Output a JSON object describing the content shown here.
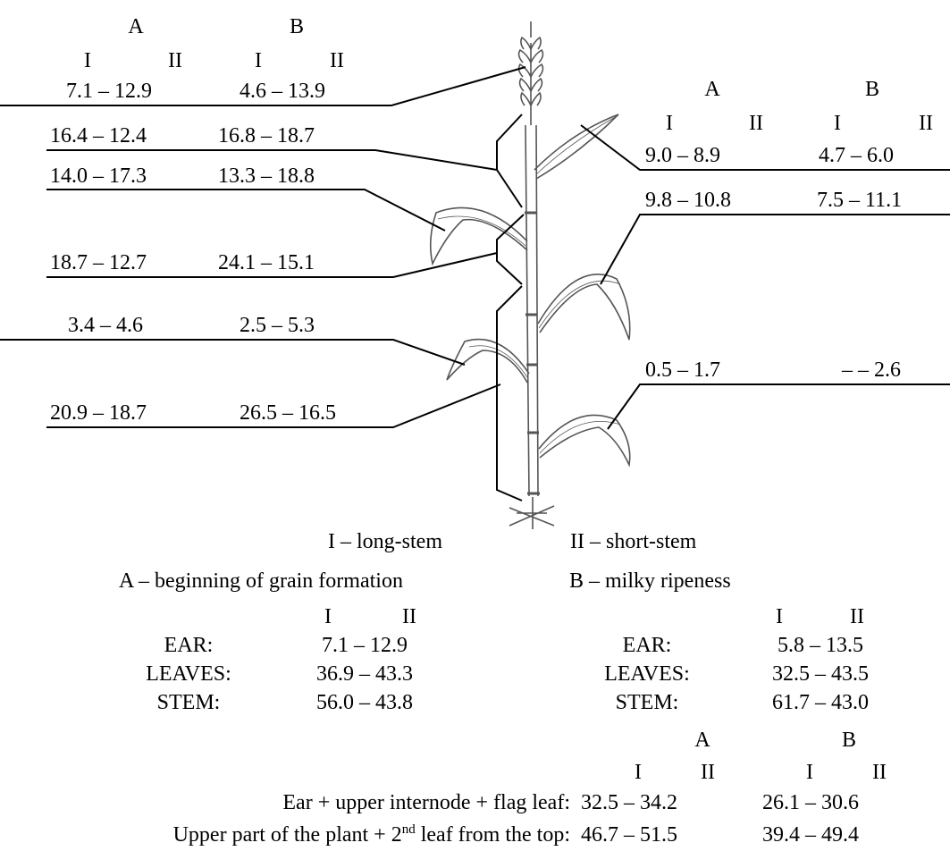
{
  "colors": {
    "ink": "#000000",
    "plant_stroke": "#555555",
    "background": "#ffffff"
  },
  "left_header": {
    "stage_a": "A",
    "stage_b": "B",
    "a_i": "I",
    "a_ii": "II",
    "b_i": "I",
    "b_ii": "II"
  },
  "right_header": {
    "stage_a": "A",
    "stage_b": "B",
    "a_i": "I",
    "a_ii": "II",
    "b_i": "I",
    "b_ii": "II"
  },
  "left_labels": [
    {
      "a": "7.1  –  12.9",
      "b": "4.6  –  13.9"
    },
    {
      "a": "16.4  –  12.4",
      "b": "16.8  –  18.7"
    },
    {
      "a": "14.0  –  17.3",
      "b": "13.3  –  18.8"
    },
    {
      "a": "18.7  –  12.7",
      "b": "24.1  –  15.1"
    },
    {
      "a": "3.4  –  4.6",
      "b": "2.5  –  5.3"
    },
    {
      "a": "20.9  –  18.7",
      "b": "26.5  –  16.5"
    }
  ],
  "right_labels": [
    {
      "a": "9.0  –  8.9",
      "b": "4.7  –  6.0"
    },
    {
      "a": "9.8  –  10.8",
      "b": "7.5  –  11.1"
    },
    {
      "a": "0.5  –  1.7",
      "b": "–  –  2.6"
    }
  ],
  "legend": {
    "line1_i": "I – long-stem",
    "line1_ii": "II – short-stem",
    "line2_a": "A – beginning of grain formation",
    "line2_b": "B – milky ripeness"
  },
  "totals": {
    "a": {
      "col_i": "I",
      "col_ii": "II",
      "rows": [
        {
          "label": "EAR:",
          "value": "7.1 – 12.9"
        },
        {
          "label": "LEAVES:",
          "value": "36.9 – 43.3"
        },
        {
          "label": "STEM:",
          "value": "56.0 – 43.8"
        }
      ]
    },
    "b": {
      "col_i": "I",
      "col_ii": "II",
      "rows": [
        {
          "label": "EAR:",
          "value": "5.8 – 13.5"
        },
        {
          "label": "LEAVES:",
          "value": "32.5 – 43.5"
        },
        {
          "label": "STEM:",
          "value": "61.7 – 43.0"
        }
      ]
    }
  },
  "combined": {
    "stage_a": "A",
    "stage_b": "B",
    "a_i": "I",
    "a_ii": "II",
    "b_i": "I",
    "b_ii": "II",
    "row1": {
      "label": "Ear + upper internode + flag leaf:",
      "a": "32.5 – 34.2",
      "b": "26.1 – 30.6"
    },
    "row2": {
      "label_prefix": "Upper part of the plant + 2",
      "label_sup": "nd",
      "label_suffix": " leaf from the top:",
      "a": "46.7 – 51.5",
      "b": "39.4 – 49.4"
    }
  }
}
